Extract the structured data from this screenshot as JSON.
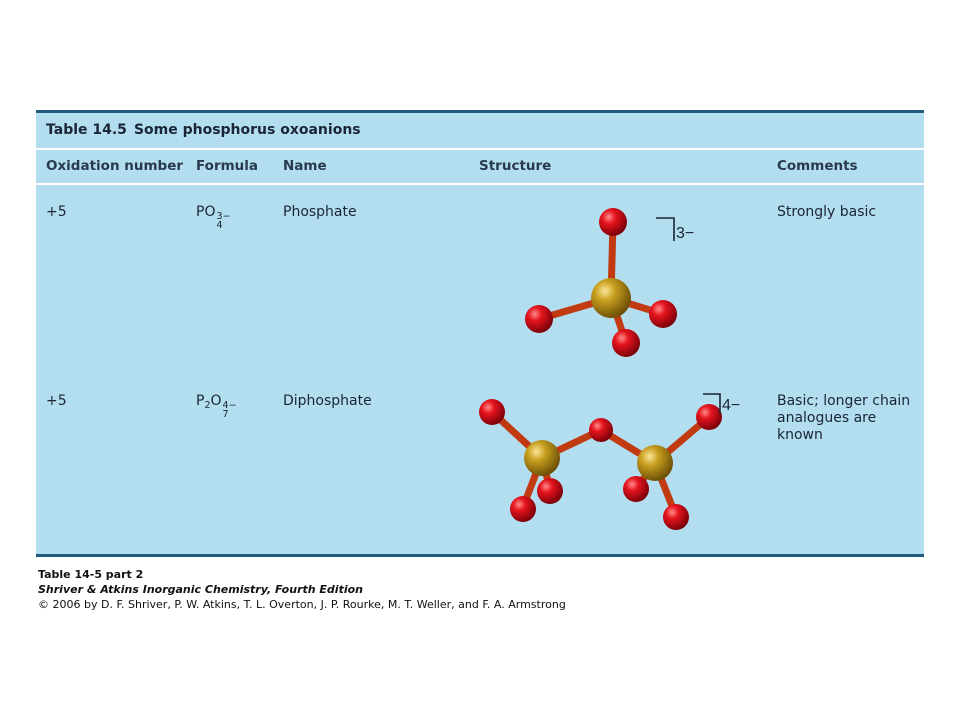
{
  "table": {
    "number": "Table 14.5",
    "title": "Some phosphorus oxoanions",
    "headers": {
      "oxidation": "Oxidation number",
      "formula": "Formula",
      "name": "Name",
      "structure": "Structure",
      "comments": "Comments"
    },
    "rows": [
      {
        "oxidation": "+5",
        "formula_base": "PO",
        "formula_sub": "4",
        "formula_sup": "3−",
        "name": "Phosphate",
        "charge": "3−",
        "comment_lines": [
          "Strongly basic"
        ]
      },
      {
        "oxidation": "+5",
        "formula_p": "P",
        "formula_psub": "2",
        "formula_o": "O",
        "formula_sub": "7",
        "formula_sup": "4−",
        "name": "Diphosphate",
        "charge": "4−",
        "comment_lines": [
          "Basic; longer chain",
          "analogues are known"
        ]
      }
    ]
  },
  "colors": {
    "panel": "#b3def0",
    "border": "#1f5a7f",
    "phosphorus": "#c9a020",
    "oxygen": "#d9101a"
  },
  "footer": {
    "line1": "Table 14-5 part 2",
    "line2": "Shriver & Atkins Inorganic Chemistry, Fourth Edition",
    "line3": "© 2006 by D. F. Shriver, P. W. Atkins, T. L. Overton, J. P. Rourke, M. T. Weller, and F. A. Armstrong"
  }
}
